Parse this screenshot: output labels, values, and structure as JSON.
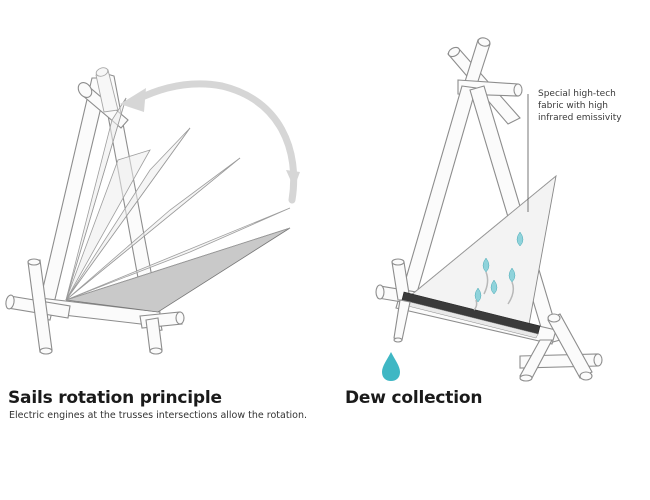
{
  "left_panel": {
    "title": "Sails rotation principle",
    "subtitle": "Electric engines at the trusses intersections allow the rotation."
  },
  "right_panel": {
    "title": "Dew collection",
    "callout_lines": [
      "Special high-tech",
      "fabric with high",
      "infrared emissivity"
    ]
  },
  "colors": {
    "water_drop": "#3fb7c4",
    "sail_shadow": "#c9c9c9",
    "outline": "#8d8d8d"
  }
}
